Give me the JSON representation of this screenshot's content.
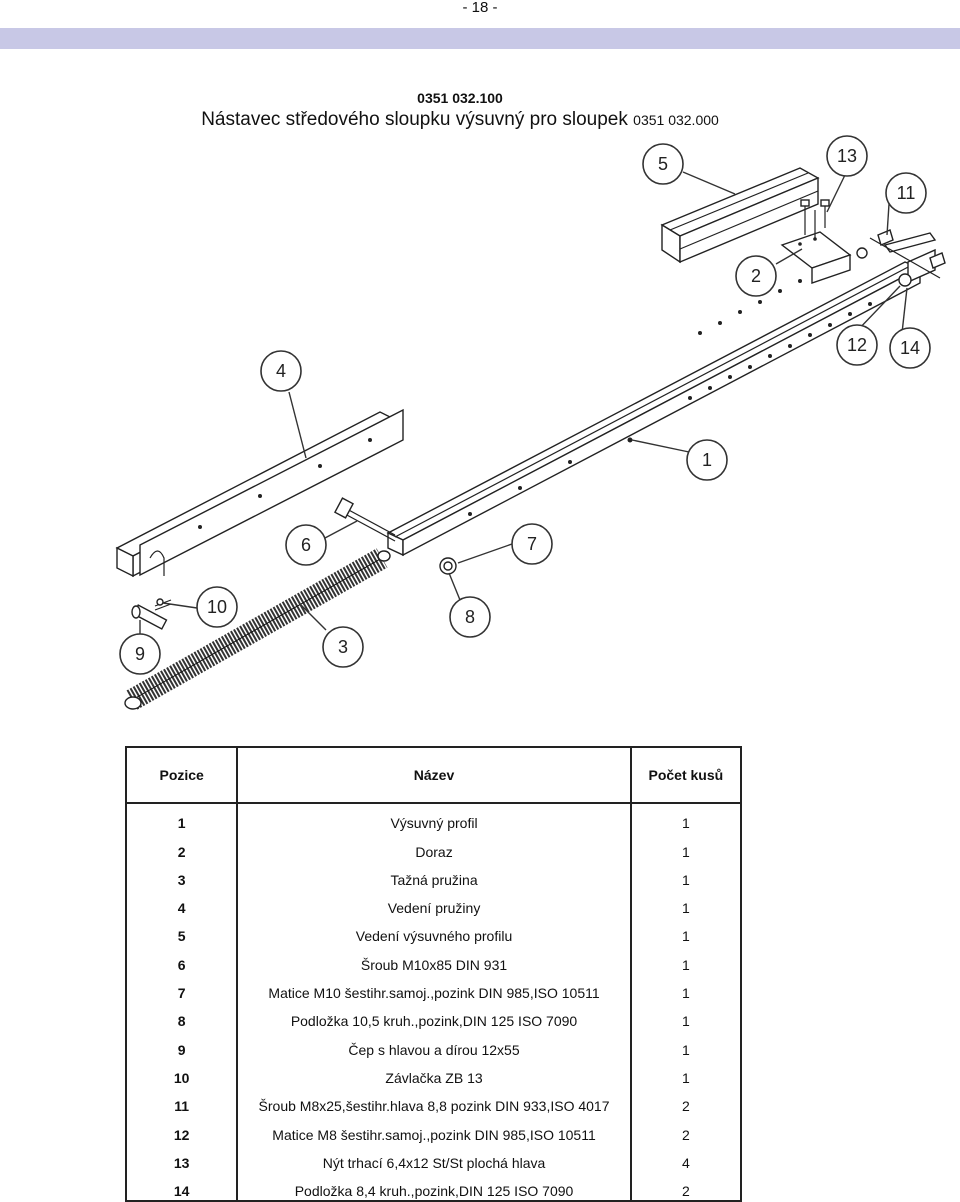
{
  "page": {
    "number": "- 18 -",
    "band_color": "#c8c8e6"
  },
  "heading": {
    "code": "0351 032.100",
    "title_main": "Nástavec středového sloupku výsuvný pro sloupek",
    "title_code": "0351 032.000"
  },
  "callouts": [
    {
      "id": "1",
      "label": "1"
    },
    {
      "id": "2",
      "label": "2"
    },
    {
      "id": "3",
      "label": "3"
    },
    {
      "id": "4",
      "label": "4"
    },
    {
      "id": "5",
      "label": "5"
    },
    {
      "id": "6",
      "label": "6"
    },
    {
      "id": "7",
      "label": "7"
    },
    {
      "id": "8",
      "label": "8"
    },
    {
      "id": "9",
      "label": "9"
    },
    {
      "id": "10",
      "label": "10"
    },
    {
      "id": "11",
      "label": "11"
    },
    {
      "id": "12",
      "label": "12"
    },
    {
      "id": "13",
      "label": "13"
    },
    {
      "id": "14",
      "label": "14"
    }
  ],
  "table": {
    "headers": {
      "pos": "Pozice",
      "name": "Název",
      "qty": "Počet kusů"
    },
    "rows": [
      {
        "pos": "1",
        "name": "Výsuvný profil",
        "qty": "1"
      },
      {
        "pos": "2",
        "name": "Doraz",
        "qty": "1"
      },
      {
        "pos": "3",
        "name": "Tažná pružina",
        "qty": "1"
      },
      {
        "pos": "4",
        "name": "Vedení pružiny",
        "qty": "1"
      },
      {
        "pos": "5",
        "name": "Vedení výsuvného profilu",
        "qty": "1"
      },
      {
        "pos": "6",
        "name": "Šroub M10x85 DIN 931",
        "qty": "1"
      },
      {
        "pos": "7",
        "name": "Matice M10 šestihr.samoj.,pozink DIN 985,ISO 10511",
        "qty": "1"
      },
      {
        "pos": "8",
        "name": "Podložka 10,5 kruh.,pozink,DIN 125 ISO 7090",
        "qty": "1"
      },
      {
        "pos": "9",
        "name": "Čep s hlavou a dírou 12x55",
        "qty": "1"
      },
      {
        "pos": "10",
        "name": "Závlačka ZB 13",
        "qty": "1"
      },
      {
        "pos": "11",
        "name": "Šroub M8x25,šestihr.hlava 8,8 pozink DIN 933,ISO 4017",
        "qty": "2"
      },
      {
        "pos": "12",
        "name": "Matice M8 šestihr.samoj.,pozink DIN 985,ISO 10511",
        "qty": "2"
      },
      {
        "pos": "13",
        "name": "Nýt trhací 6,4x12 St/St plochá hlava",
        "qty": "4"
      },
      {
        "pos": "14",
        "name": "Podložka 8,4 kruh.,pozink,DIN 125 ISO 7090",
        "qty": "2"
      }
    ]
  }
}
